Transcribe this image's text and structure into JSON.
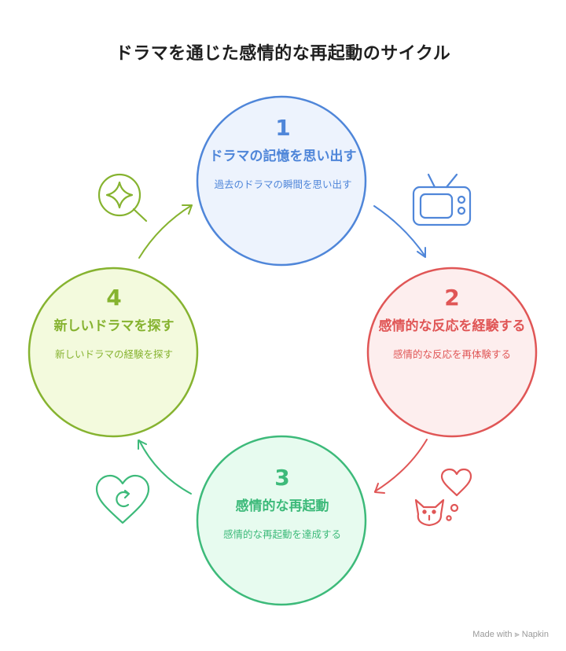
{
  "title": "ドラマを通じた感情的な再起動のサイクル",
  "steps": [
    {
      "number": "1",
      "heading": "ドラマの記憶を思い出す",
      "description": "過去のドラマの瞬間を思い出す",
      "color": "#4f86d9",
      "fill": "#edf3fd"
    },
    {
      "number": "2",
      "heading": "感情的な反応を経験する",
      "description": "感情的な反応を再体験する",
      "color": "#e05656",
      "fill": "#fdeeee"
    },
    {
      "number": "3",
      "heading": "感情的な再起動",
      "description": "感情的な再起動を達成する",
      "color": "#3dba7a",
      "fill": "#e7fbef"
    },
    {
      "number": "4",
      "heading": "新しいドラマを探す",
      "description": "新しいドラマの経験を探す",
      "color": "#86b330",
      "fill": "#f3fadd"
    }
  ],
  "icons": [
    "tv-icon",
    "cat-heart-icon",
    "heart-refresh-icon",
    "sparkle-search-icon"
  ],
  "credit": "Made with ⫸ Napkin"
}
